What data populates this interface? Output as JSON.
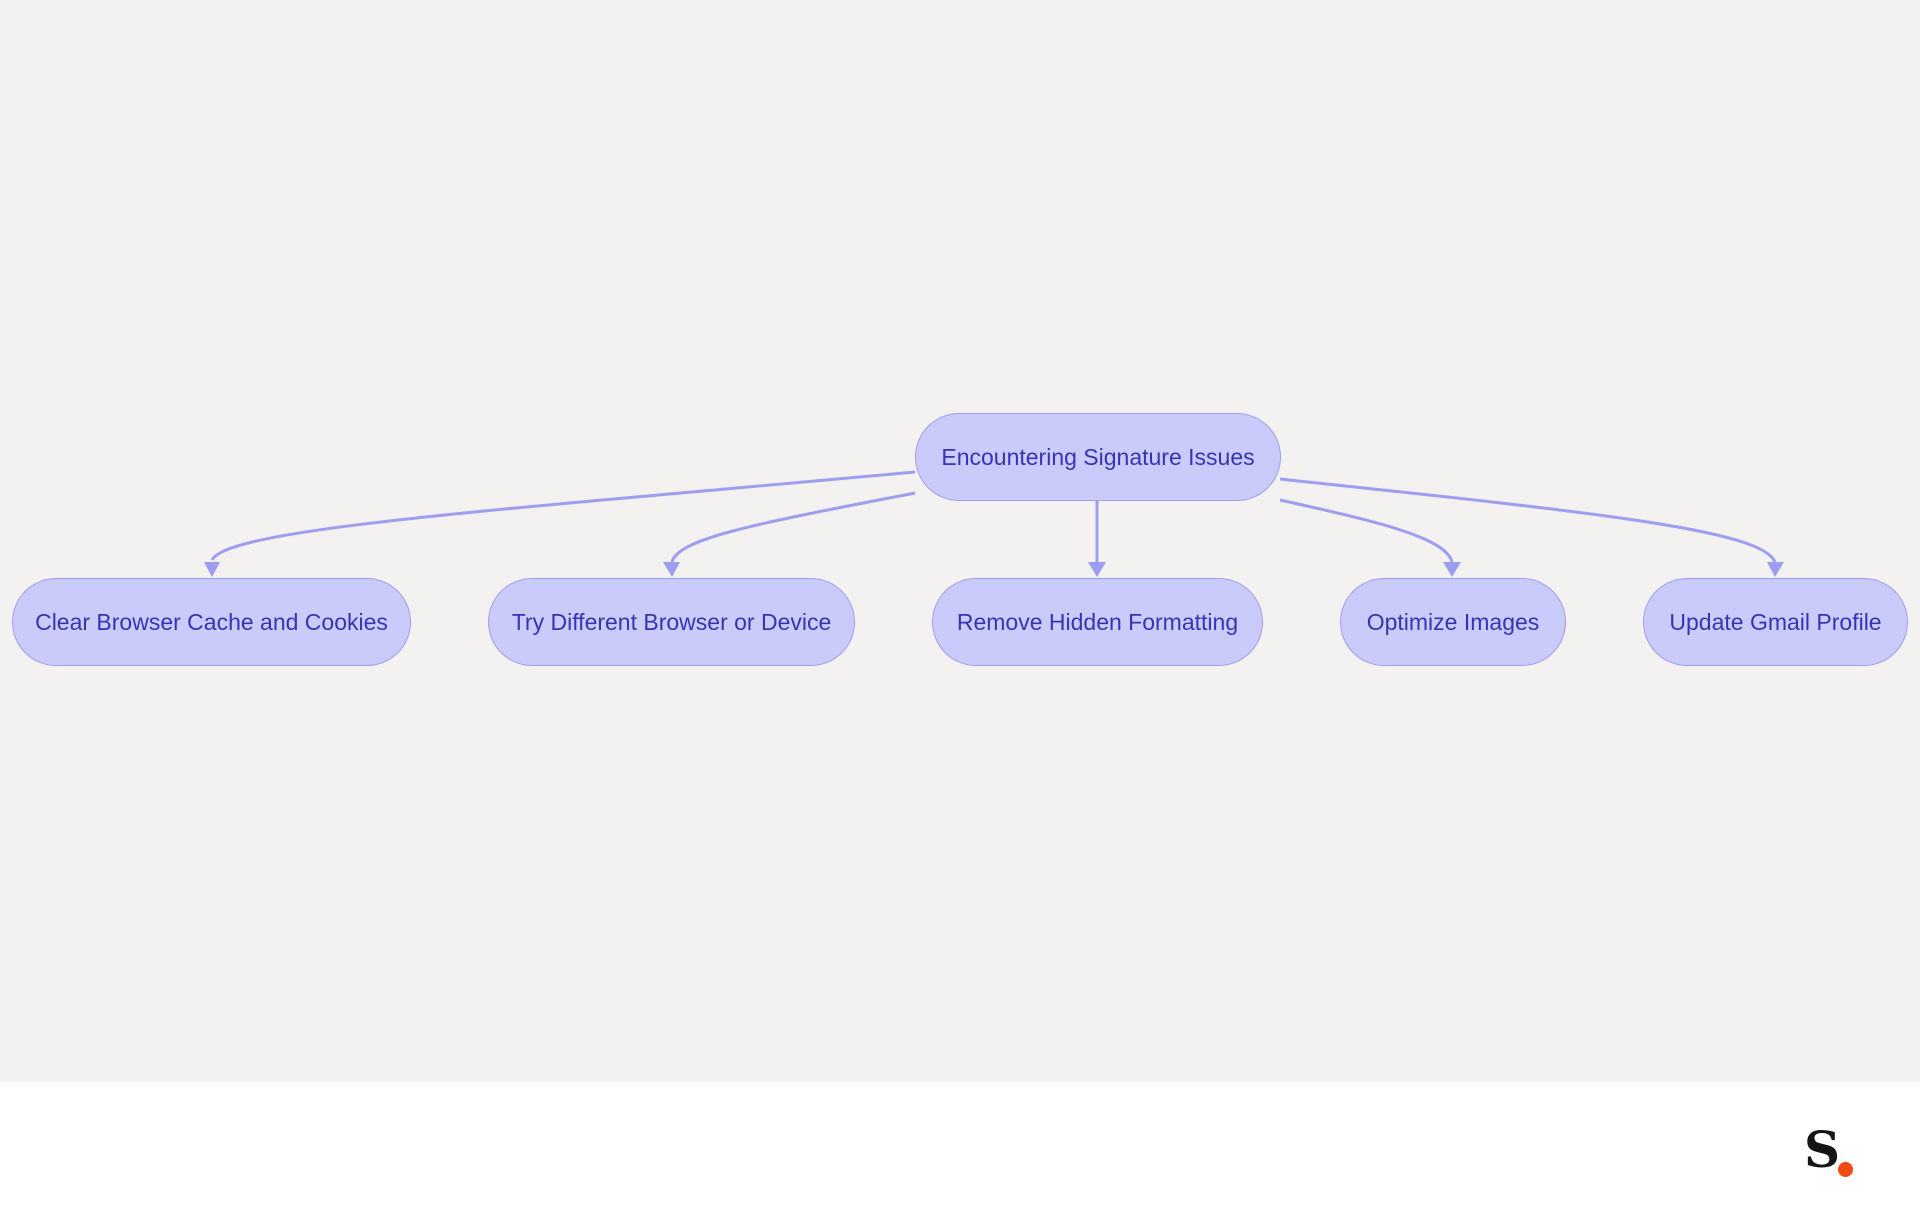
{
  "diagram": {
    "root": {
      "label": "Encountering Signature Issues"
    },
    "children": [
      {
        "label": "Clear Browser Cache and Cookies"
      },
      {
        "label": "Try Different Browser or Device"
      },
      {
        "label": "Remove Hidden Formatting"
      },
      {
        "label": "Optimize Images"
      },
      {
        "label": "Update Gmail Profile"
      }
    ],
    "edges": [
      {
        "from": "Encountering Signature Issues",
        "to": "Clear Browser Cache and Cookies"
      },
      {
        "from": "Encountering Signature Issues",
        "to": "Try Different Browser or Device"
      },
      {
        "from": "Encountering Signature Issues",
        "to": "Remove Hidden Formatting"
      },
      {
        "from": "Encountering Signature Issues",
        "to": "Optimize Images"
      },
      {
        "from": "Encountering Signature Issues",
        "to": "Update Gmail Profile"
      }
    ]
  },
  "colors": {
    "canvas_background": "#f3f2f1",
    "node_fill": "#cbcbfb",
    "node_border": "#9d9ef0",
    "node_text": "#3534b3",
    "edge": "#9d9ef0",
    "logo_letter": "#151515",
    "logo_dot": "#f24a14"
  },
  "logo": {
    "letter": "S",
    "icon": "brand-logo-icon"
  }
}
